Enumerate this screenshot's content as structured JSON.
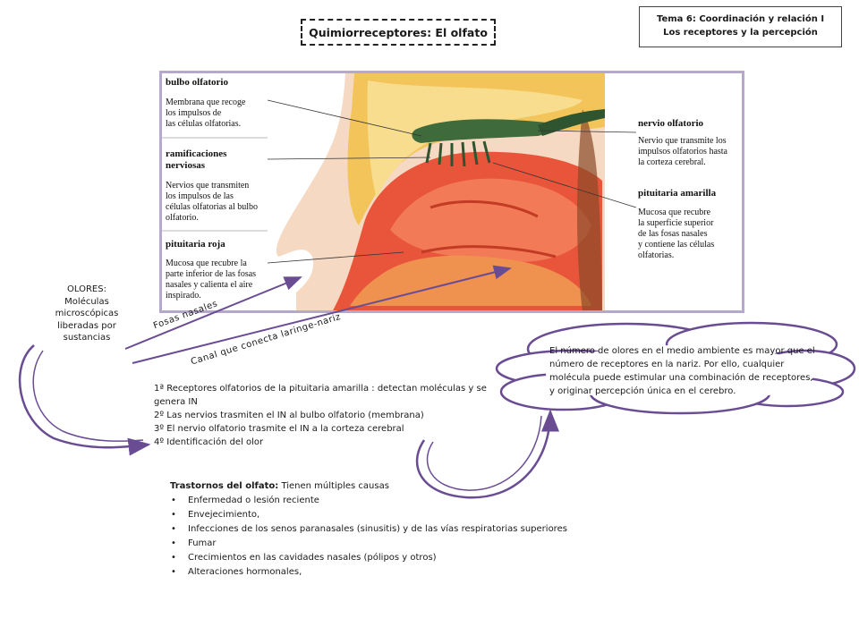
{
  "title": "Quimiorreceptores: El olfato",
  "topic": {
    "line1": "Tema 6: Coordinación y relación I",
    "line2": "Los receptores y la percepción"
  },
  "figure": {
    "bulbo_title": "bulbo olfatorio",
    "bulbo_desc": [
      "Membrana que recoge",
      "los impulsos de",
      "las células olfatorias."
    ],
    "ramif_title": [
      "ramificaciones",
      "nerviosas"
    ],
    "ramif_desc": [
      "Nervios que transmiten",
      "los impulsos de las",
      "células olfatorias al bulbo",
      "olfatorio."
    ],
    "roja_title": "pituitaria roja",
    "roja_desc": [
      "Mucosa que recubre la",
      "parte inferior de las fosas",
      "nasales y calienta el aire",
      "inspirado."
    ],
    "nervio_title": "nervio olfatorio",
    "nervio_desc": [
      "Nervio que transmite los",
      "impulsos olfatorios hasta",
      "la corteza cerebral."
    ],
    "amarilla_title": "pituitaria amarilla",
    "amarilla_desc": [
      "Mucosa que recubre",
      "la superficie superior",
      "de las fosas nasales",
      "y contiene las células",
      "olfatorias."
    ]
  },
  "olores": [
    "OLORES:",
    "Moléculas",
    "microscópicas",
    "liberadas por",
    "sustancias"
  ],
  "label_fosas": "Fosas nasales",
  "label_canal": "Canal que conecta laringe-nariz",
  "steps": [
    "1ª Receptores olfatorios de la pituitaria  amarilla  : detectan  moléculas y se genera IN",
    "2º Las nervios trasmiten  el IN  al bulbo olfatorio (membrana)",
    "3º El nervio olfatorio trasmite el IN a la corteza cerebral",
    "4º Identificación  del olor"
  ],
  "disorders": {
    "heading": "Trastornos del olfato:",
    "heading_rest": " Tienen múltiples causas",
    "items": [
      "Enfermedad o lesión reciente",
      "Envejecimiento,",
      "Infecciones de los senos paranasales (sinusitis) y de las vías respiratorias superiores",
      "Fumar",
      "Crecimientos en las cavidades nasales (pólipos y otros)",
      "Alteraciones hormonales,"
    ]
  },
  "cloud_text": "El número de olores en el medio ambiente es mayor que el número de receptores en la nariz. Por ello, cualquier molécula puede estimular una combinación de receptores, y originar percepción única en el cerebro.",
  "colors": {
    "arrow": "#6a4c93",
    "frame": "#b6a7cf",
    "mucosa_red": "#e8553a",
    "mucosa_yellow": "#f2c45a",
    "nerve_green": "#3f6b3c"
  }
}
